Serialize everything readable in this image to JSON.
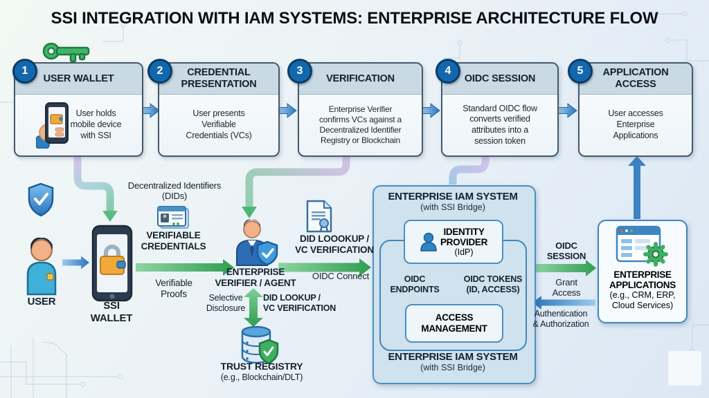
{
  "title": "SSI INTEGRATION WITH IAM SYSTEMS: ENTERPRISE ARCHITECTURE FLOW",
  "steps": [
    {
      "num": "1",
      "title": "USER WALLET",
      "body": "User holds\nmobile device\nwith SSI"
    },
    {
      "num": "2",
      "title": "CREDENTIAL\nPRESENTATION",
      "body": "User presents\nVerifiable\nCredentials (VCs)"
    },
    {
      "num": "3",
      "title": "VERIFICATION",
      "body": "Enterprise Verifier\nconfirms VCs against a\nDecentralized Identifier\nRegistry or Blockchain"
    },
    {
      "num": "4",
      "title": "OIDC SESSION",
      "body": "Standard OIDC flow\nconverts verified\nattributes into a\nsession token"
    },
    {
      "num": "5",
      "title": "APPLICATION\nACCESS",
      "body": "User accesses\nEnterprise\nApplications"
    }
  ],
  "flow": {
    "user_label": "USER",
    "ssi_wallet_label": "SSI\nWALLET",
    "dids_label": "Decentralized Identifiers\n(DIDs)",
    "verifiable_credentials_label": "VERIFIABLE\nCREDENTIALS",
    "verifiable_proofs_label": "Verifiable\nProofs",
    "verifier_label": "ENTERPRISE\nVERIFIER / AGENT",
    "did_lookup_top_label": "DID LOOOKUP /\nVC VERIFICATION",
    "oidc_connect_label": "OIDC Connect",
    "selective_disclosure_label": "Selective\nDisclosure",
    "did_lookup_bottom_label": "DID LOOKUP /\nVC VERIFICATION",
    "trust_registry_label": "TRUST REGISTRY",
    "trust_registry_sub": "(e.g., Blockchain/DLT)"
  },
  "iam": {
    "header": "ENTERPRISE IAM SYSTEM",
    "header_sub": "(with SSI Bridge)",
    "idp_label": "IDENTITY\nPROVIDER",
    "idp_sub": "(IdP)",
    "oidc_endpoints_label": "OIDC\nENDPOINTS",
    "oidc_tokens_label": "OIDC TOKENS\n(ID, ACCESS)",
    "access_label": "ACCESS\nMANAGEMENT",
    "footer": "ENTERPRISE IAM SYSTEM",
    "footer_sub": "(with SSI Bridge)"
  },
  "right": {
    "oidc_session_label": "OIDC\nSESSION",
    "grant_access_label": "Grant\nAccess",
    "auth_label": "Authentication\n& Authorization",
    "apps_label": "ENTERPRISE\nAPPLICATIONS",
    "apps_sub": "(e.g., CRM, ERP,\nCloud Services)"
  },
  "colors": {
    "badge_blue": "#1368ad",
    "arrow_blue": "#2b74bd",
    "arrow_green": "#2f9e4f",
    "connector_purple": "#d7c0ea",
    "box_border": "#44586b",
    "iam_border": "#4a8fc3"
  }
}
